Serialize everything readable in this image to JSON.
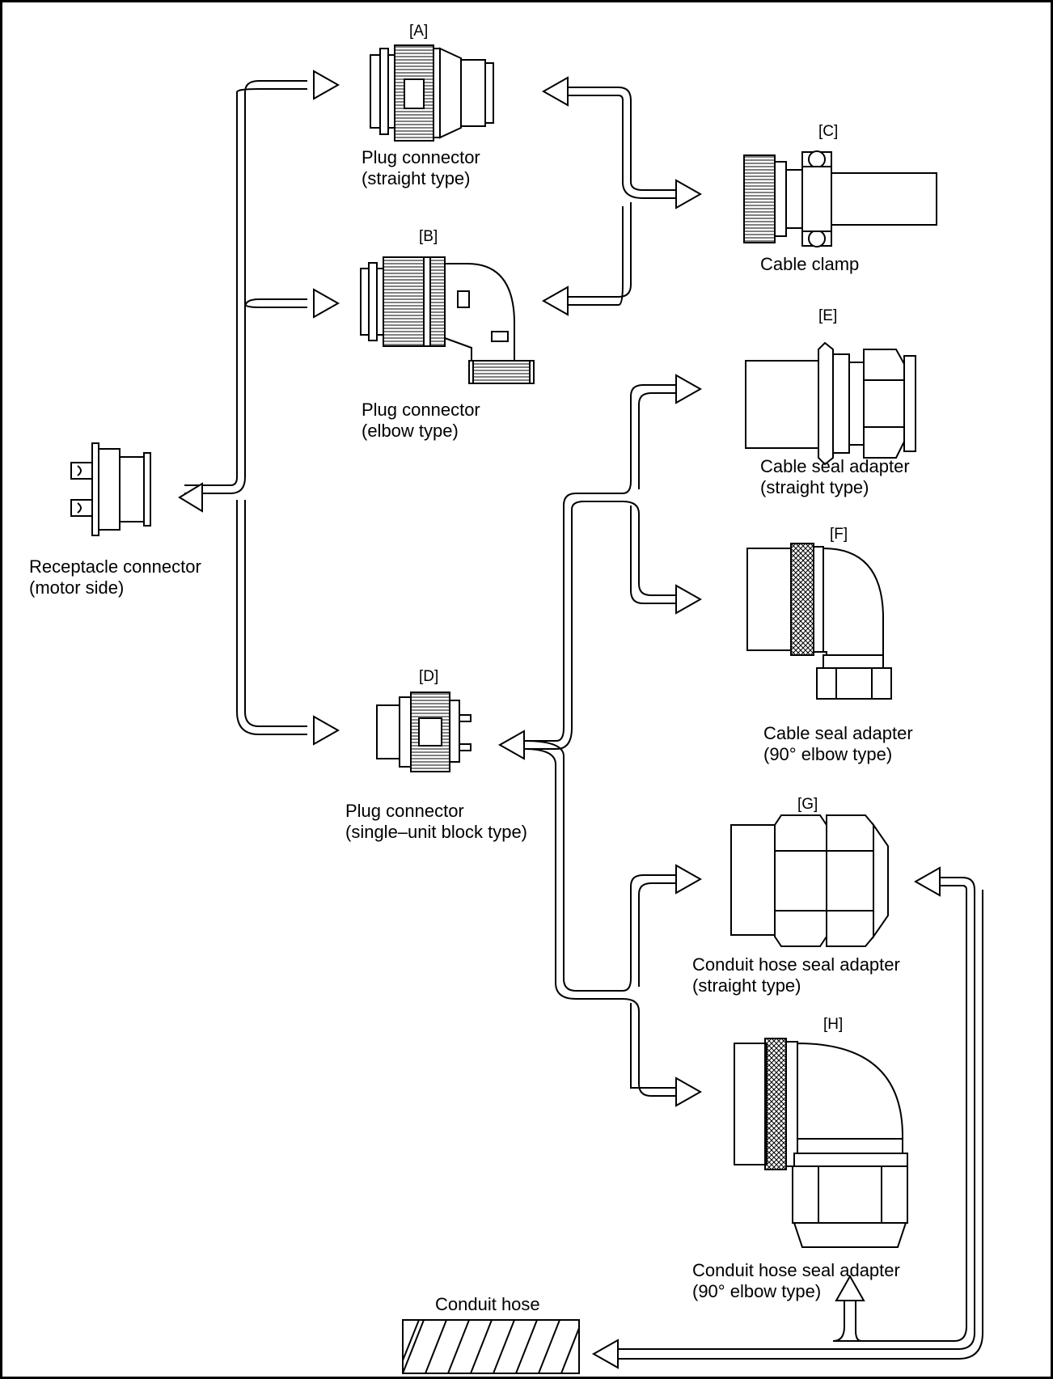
{
  "components": {
    "a": {
      "tag": "[A]",
      "line1": "Plug connector",
      "line2": "(straight type)"
    },
    "b": {
      "tag": "[B]",
      "line1": "Plug connector",
      "line2": "(elbow type)"
    },
    "c": {
      "tag": "[C]",
      "line1": "Cable clamp"
    },
    "d": {
      "tag": "[D]",
      "line1": "Plug connector",
      "line2": "(single–unit block type)"
    },
    "e": {
      "tag": "[E]",
      "line1": "Cable seal adapter",
      "line2": "(straight type)"
    },
    "f": {
      "tag": "[F]",
      "line1": "Cable seal adapter",
      "line2": "(90° elbow type)"
    },
    "g": {
      "tag": "[G]",
      "line1": "Conduit hose seal adapter",
      "line2": "(straight type)"
    },
    "h": {
      "tag": "[H]",
      "line1": "Conduit hose seal adapter",
      "line2": "(90° elbow type)"
    },
    "receptacle": {
      "line1": "Receptacle connector",
      "line2": "(motor side)"
    },
    "hose": {
      "line1": "Conduit hose"
    }
  }
}
